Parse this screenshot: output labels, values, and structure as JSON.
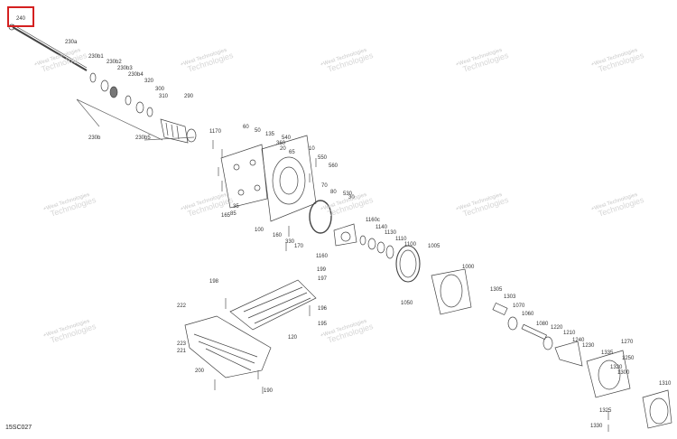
{
  "diagram": {
    "code": "15SC027",
    "highlighted_part": "240",
    "watermark_line1": "+West Technologies",
    "watermark_line2": "Technologies",
    "callouts": [
      "240",
      "230a",
      "230b1",
      "230b2",
      "230b3",
      "230b4",
      "320",
      "300",
      "310",
      "290",
      "230b5",
      "230b",
      "1170",
      "60",
      "50",
      "135",
      "540",
      "360",
      "20",
      "65",
      "10",
      "550",
      "560",
      "70",
      "80",
      "530",
      "30",
      "85",
      "165",
      "35",
      "100",
      "160",
      "330",
      "170",
      "1160c",
      "1140",
      "1130",
      "1110",
      "1100",
      "1005",
      "1160",
      "1000",
      "1050",
      "1305",
      "1303",
      "1070",
      "1060",
      "1080",
      "1220",
      "1210",
      "1240",
      "1230",
      "1250",
      "1335",
      "1320",
      "1300",
      "1270",
      "1310",
      "1325",
      "1330",
      "199",
      "198",
      "197",
      "196",
      "195",
      "120",
      "222",
      "223",
      "221",
      "200",
      "190"
    ]
  }
}
